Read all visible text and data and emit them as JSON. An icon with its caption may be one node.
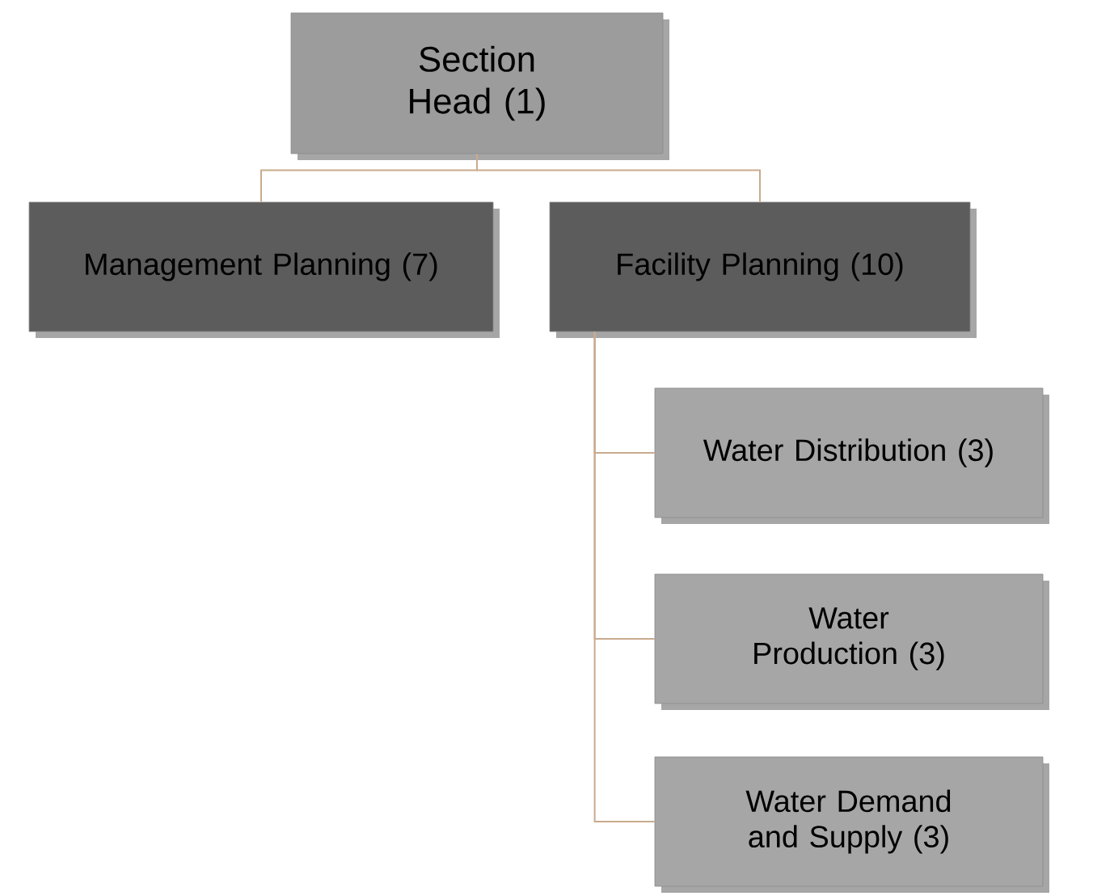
{
  "diagram": {
    "nodes": [
      {
        "text": [
          "Section Head (1)"
        ]
      },
      {
        "text": [
          "Management Planning (7)"
        ]
      },
      {
        "text": [
          "Facility Planning (10)"
        ]
      },
      {
        "text": [
          "Water Distribution (3)"
        ]
      },
      {
        "text": [
          "Water Production (3)"
        ]
      },
      {
        "text": [
          "Water Demand and Supply (3)"
        ]
      }
    ],
    "edges": [
      {
        "from": 0,
        "to": 1,
        "arrow": "none"
      },
      {
        "from": 0,
        "to": 2,
        "arrow": "none"
      },
      {
        "from": 2,
        "to": 3,
        "arrow": "none"
      },
      {
        "from": 2,
        "to": 4,
        "arrow": "none"
      },
      {
        "from": 2,
        "to": 5,
        "arrow": "none"
      }
    ]
  }
}
